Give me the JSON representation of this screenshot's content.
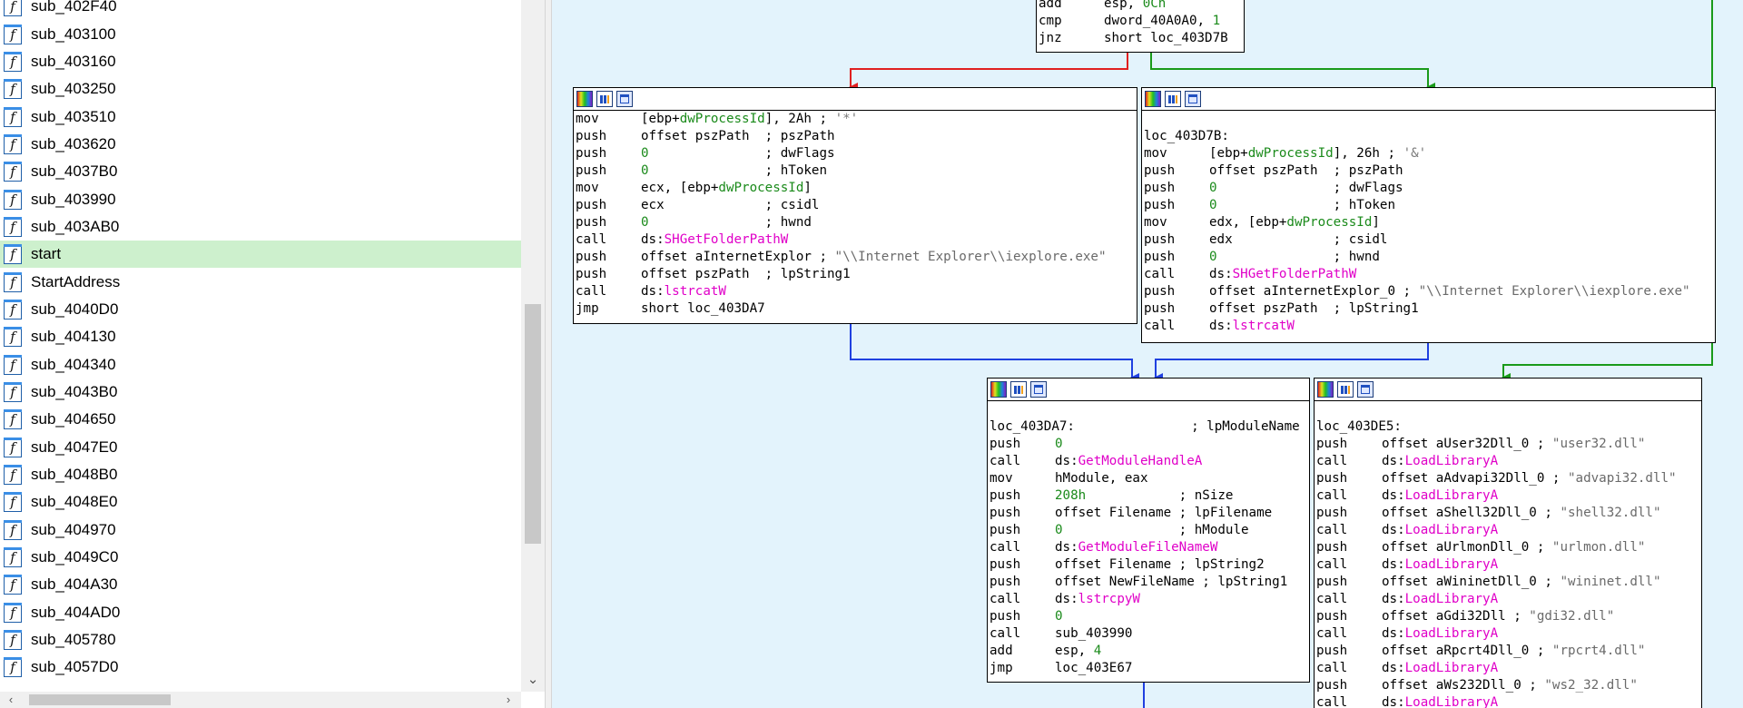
{
  "functions": [
    {
      "name": "sub_402F40",
      "selected": false
    },
    {
      "name": "sub_403100",
      "selected": false
    },
    {
      "name": "sub_403160",
      "selected": false
    },
    {
      "name": "sub_403250",
      "selected": false
    },
    {
      "name": "sub_403510",
      "selected": false
    },
    {
      "name": "sub_403620",
      "selected": false
    },
    {
      "name": "sub_4037B0",
      "selected": false
    },
    {
      "name": "sub_403990",
      "selected": false
    },
    {
      "name": "sub_403AB0",
      "selected": false
    },
    {
      "name": "start",
      "selected": true
    },
    {
      "name": "StartAddress",
      "selected": false
    },
    {
      "name": "sub_4040D0",
      "selected": false
    },
    {
      "name": "sub_404130",
      "selected": false
    },
    {
      "name": "sub_404340",
      "selected": false
    },
    {
      "name": "sub_4043B0",
      "selected": false
    },
    {
      "name": "sub_404650",
      "selected": false
    },
    {
      "name": "sub_4047E0",
      "selected": false
    },
    {
      "name": "sub_4048B0",
      "selected": false
    },
    {
      "name": "sub_4048E0",
      "selected": false
    },
    {
      "name": "sub_404970",
      "selected": false
    },
    {
      "name": "sub_4049C0",
      "selected": false
    },
    {
      "name": "sub_404A30",
      "selected": false
    },
    {
      "name": "sub_404AD0",
      "selected": false
    },
    {
      "name": "sub_405780",
      "selected": false
    },
    {
      "name": "sub_4057D0",
      "selected": false
    }
  ],
  "func_icon_glyph": "f",
  "scroll_glyphs": {
    "down": "⌄",
    "left": "‹",
    "right": "›"
  },
  "colors": {
    "edge_true": "#e02020",
    "edge_false": "#1a9a1a",
    "edge_uncond": "#2040e0",
    "graph_bg": "#e3f3fc",
    "selected_row": "#cdf0cd"
  },
  "blocks": [
    {
      "id": "b0",
      "header": false,
      "lines": [
        [
          {
            "t": "add",
            "c": "mn"
          },
          {
            "t": "esp, ",
            "c": "op"
          },
          {
            "t": "0Ch",
            "c": "num"
          }
        ],
        [
          {
            "t": "cmp",
            "c": "mn"
          },
          {
            "t": "dword_40A0A0, ",
            "c": "op"
          },
          {
            "t": "1",
            "c": "num"
          }
        ],
        [
          {
            "t": "jnz",
            "c": "mn"
          },
          {
            "t": "short loc_403D7B",
            "c": "op"
          }
        ]
      ]
    },
    {
      "id": "b1",
      "header": true,
      "lines": [
        [
          {
            "t": "mov",
            "c": "mn"
          },
          {
            "t": "[ebp+",
            "c": "op"
          },
          {
            "t": "dwProcessId",
            "c": "var"
          },
          {
            "t": "], 2Ah ; ",
            "c": "op"
          },
          {
            "t": "'*'",
            "c": "cmt"
          }
        ],
        [
          {
            "t": "push",
            "c": "mn"
          },
          {
            "t": "offset pszPath  ; pszPath",
            "c": "op"
          }
        ],
        [
          {
            "t": "push",
            "c": "mn"
          },
          {
            "t": "0",
            "c": "num"
          },
          {
            "t": "               ; dwFlags",
            "c": "op"
          }
        ],
        [
          {
            "t": "push",
            "c": "mn"
          },
          {
            "t": "0",
            "c": "num"
          },
          {
            "t": "               ; hToken",
            "c": "op"
          }
        ],
        [
          {
            "t": "mov",
            "c": "mn"
          },
          {
            "t": "ecx, [ebp+",
            "c": "op"
          },
          {
            "t": "dwProcessId",
            "c": "var"
          },
          {
            "t": "]",
            "c": "op"
          }
        ],
        [
          {
            "t": "push",
            "c": "mn"
          },
          {
            "t": "ecx             ; csidl",
            "c": "op"
          }
        ],
        [
          {
            "t": "push",
            "c": "mn"
          },
          {
            "t": "0",
            "c": "num"
          },
          {
            "t": "               ; hwnd",
            "c": "op"
          }
        ],
        [
          {
            "t": "call",
            "c": "mn"
          },
          {
            "t": "ds:",
            "c": "op"
          },
          {
            "t": "SHGetFolderPathW",
            "c": "api"
          }
        ],
        [
          {
            "t": "push",
            "c": "mn"
          },
          {
            "t": "offset aInternetExplor ; ",
            "c": "op"
          },
          {
            "t": "\"\\\\Internet Explorer\\\\iexplore.exe\"",
            "c": "str"
          }
        ],
        [
          {
            "t": "push",
            "c": "mn"
          },
          {
            "t": "offset pszPath  ; lpString1",
            "c": "op"
          }
        ],
        [
          {
            "t": "call",
            "c": "mn"
          },
          {
            "t": "ds:",
            "c": "op"
          },
          {
            "t": "lstrcatW",
            "c": "api"
          }
        ],
        [
          {
            "t": "jmp",
            "c": "mn"
          },
          {
            "t": "short loc_403DA7",
            "c": "op"
          }
        ]
      ]
    },
    {
      "id": "b2",
      "header": true,
      "lines": [
        [
          {
            "t": "",
            "c": "op"
          }
        ],
        [
          {
            "t": "loc_403D7B:",
            "c": "op"
          }
        ],
        [
          {
            "t": "mov",
            "c": "mn"
          },
          {
            "t": "[ebp+",
            "c": "op"
          },
          {
            "t": "dwProcessId",
            "c": "var"
          },
          {
            "t": "], 26h ; ",
            "c": "op"
          },
          {
            "t": "'&'",
            "c": "cmt"
          }
        ],
        [
          {
            "t": "push",
            "c": "mn"
          },
          {
            "t": "offset pszPath  ; pszPath",
            "c": "op"
          }
        ],
        [
          {
            "t": "push",
            "c": "mn"
          },
          {
            "t": "0",
            "c": "num"
          },
          {
            "t": "               ; dwFlags",
            "c": "op"
          }
        ],
        [
          {
            "t": "push",
            "c": "mn"
          },
          {
            "t": "0",
            "c": "num"
          },
          {
            "t": "               ; hToken",
            "c": "op"
          }
        ],
        [
          {
            "t": "mov",
            "c": "mn"
          },
          {
            "t": "edx, [ebp+",
            "c": "op"
          },
          {
            "t": "dwProcessId",
            "c": "var"
          },
          {
            "t": "]",
            "c": "op"
          }
        ],
        [
          {
            "t": "push",
            "c": "mn"
          },
          {
            "t": "edx             ; csidl",
            "c": "op"
          }
        ],
        [
          {
            "t": "push",
            "c": "mn"
          },
          {
            "t": "0",
            "c": "num"
          },
          {
            "t": "               ; hwnd",
            "c": "op"
          }
        ],
        [
          {
            "t": "call",
            "c": "mn"
          },
          {
            "t": "ds:",
            "c": "op"
          },
          {
            "t": "SHGetFolderPathW",
            "c": "api"
          }
        ],
        [
          {
            "t": "push",
            "c": "mn"
          },
          {
            "t": "offset aInternetExplor_0 ; ",
            "c": "op"
          },
          {
            "t": "\"\\\\Internet Explorer\\\\iexplore.exe\"",
            "c": "str"
          }
        ],
        [
          {
            "t": "push",
            "c": "mn"
          },
          {
            "t": "offset pszPath  ; lpString1",
            "c": "op"
          }
        ],
        [
          {
            "t": "call",
            "c": "mn"
          },
          {
            "t": "ds:",
            "c": "op"
          },
          {
            "t": "lstrcatW",
            "c": "api"
          }
        ]
      ]
    },
    {
      "id": "b3",
      "header": true,
      "lines": [
        [
          {
            "t": "",
            "c": "op"
          }
        ],
        [
          {
            "t": "loc_403DA7:               ; lpModuleName",
            "c": "op"
          }
        ],
        [
          {
            "t": "push",
            "c": "mn"
          },
          {
            "t": "0",
            "c": "num"
          }
        ],
        [
          {
            "t": "call",
            "c": "mn"
          },
          {
            "t": "ds:",
            "c": "op"
          },
          {
            "t": "GetModuleHandleA",
            "c": "api"
          }
        ],
        [
          {
            "t": "mov",
            "c": "mn"
          },
          {
            "t": "hModule, eax",
            "c": "op"
          }
        ],
        [
          {
            "t": "push",
            "c": "mn"
          },
          {
            "t": "208h",
            "c": "num"
          },
          {
            "t": "            ; nSize",
            "c": "op"
          }
        ],
        [
          {
            "t": "push",
            "c": "mn"
          },
          {
            "t": "offset Filename ; lpFilename",
            "c": "op"
          }
        ],
        [
          {
            "t": "push",
            "c": "mn"
          },
          {
            "t": "0",
            "c": "num"
          },
          {
            "t": "               ; hModule",
            "c": "op"
          }
        ],
        [
          {
            "t": "call",
            "c": "mn"
          },
          {
            "t": "ds:",
            "c": "op"
          },
          {
            "t": "GetModuleFileNameW",
            "c": "api"
          }
        ],
        [
          {
            "t": "push",
            "c": "mn"
          },
          {
            "t": "offset Filename ; lpString2",
            "c": "op"
          }
        ],
        [
          {
            "t": "push",
            "c": "mn"
          },
          {
            "t": "offset NewFileName ; lpString1",
            "c": "op"
          }
        ],
        [
          {
            "t": "call",
            "c": "mn"
          },
          {
            "t": "ds:",
            "c": "op"
          },
          {
            "t": "lstrcpyW",
            "c": "api"
          }
        ],
        [
          {
            "t": "push",
            "c": "mn"
          },
          {
            "t": "0",
            "c": "num"
          }
        ],
        [
          {
            "t": "call",
            "c": "mn"
          },
          {
            "t": "sub_403990",
            "c": "op"
          }
        ],
        [
          {
            "t": "add",
            "c": "mn"
          },
          {
            "t": "esp, ",
            "c": "op"
          },
          {
            "t": "4",
            "c": "num"
          }
        ],
        [
          {
            "t": "jmp",
            "c": "mn"
          },
          {
            "t": "loc_403E67",
            "c": "op"
          }
        ]
      ]
    },
    {
      "id": "b4",
      "header": true,
      "lines": [
        [
          {
            "t": "",
            "c": "op"
          }
        ],
        [
          {
            "t": "loc_403DE5:",
            "c": "op"
          }
        ],
        [
          {
            "t": "push",
            "c": "mn"
          },
          {
            "t": "offset aUser32Dll_0 ; ",
            "c": "op"
          },
          {
            "t": "\"user32.dll\"",
            "c": "str"
          }
        ],
        [
          {
            "t": "call",
            "c": "mn"
          },
          {
            "t": "ds:",
            "c": "op"
          },
          {
            "t": "LoadLibraryA",
            "c": "api"
          }
        ],
        [
          {
            "t": "push",
            "c": "mn"
          },
          {
            "t": "offset aAdvapi32Dll_0 ; ",
            "c": "op"
          },
          {
            "t": "\"advapi32.dll\"",
            "c": "str"
          }
        ],
        [
          {
            "t": "call",
            "c": "mn"
          },
          {
            "t": "ds:",
            "c": "op"
          },
          {
            "t": "LoadLibraryA",
            "c": "api"
          }
        ],
        [
          {
            "t": "push",
            "c": "mn"
          },
          {
            "t": "offset aShell32Dll_0 ; ",
            "c": "op"
          },
          {
            "t": "\"shell32.dll\"",
            "c": "str"
          }
        ],
        [
          {
            "t": "call",
            "c": "mn"
          },
          {
            "t": "ds:",
            "c": "op"
          },
          {
            "t": "LoadLibraryA",
            "c": "api"
          }
        ],
        [
          {
            "t": "push",
            "c": "mn"
          },
          {
            "t": "offset aUrlmonDll_0 ; ",
            "c": "op"
          },
          {
            "t": "\"urlmon.dll\"",
            "c": "str"
          }
        ],
        [
          {
            "t": "call",
            "c": "mn"
          },
          {
            "t": "ds:",
            "c": "op"
          },
          {
            "t": "LoadLibraryA",
            "c": "api"
          }
        ],
        [
          {
            "t": "push",
            "c": "mn"
          },
          {
            "t": "offset aWininetDll_0 ; ",
            "c": "op"
          },
          {
            "t": "\"wininet.dll\"",
            "c": "str"
          }
        ],
        [
          {
            "t": "call",
            "c": "mn"
          },
          {
            "t": "ds:",
            "c": "op"
          },
          {
            "t": "LoadLibraryA",
            "c": "api"
          }
        ],
        [
          {
            "t": "push",
            "c": "mn"
          },
          {
            "t": "offset aGdi32Dll ; ",
            "c": "op"
          },
          {
            "t": "\"gdi32.dll\"",
            "c": "str"
          }
        ],
        [
          {
            "t": "call",
            "c": "mn"
          },
          {
            "t": "ds:",
            "c": "op"
          },
          {
            "t": "LoadLibraryA",
            "c": "api"
          }
        ],
        [
          {
            "t": "push",
            "c": "mn"
          },
          {
            "t": "offset aRpcrt4Dll_0 ; ",
            "c": "op"
          },
          {
            "t": "\"rpcrt4.dll\"",
            "c": "str"
          }
        ],
        [
          {
            "t": "call",
            "c": "mn"
          },
          {
            "t": "ds:",
            "c": "op"
          },
          {
            "t": "LoadLibraryA",
            "c": "api"
          }
        ],
        [
          {
            "t": "push",
            "c": "mn"
          },
          {
            "t": "offset aWs232Dll_0 ; ",
            "c": "op"
          },
          {
            "t": "\"ws2_32.dll\"",
            "c": "str"
          }
        ],
        [
          {
            "t": "call",
            "c": "mn"
          },
          {
            "t": "ds:",
            "c": "op"
          },
          {
            "t": "LoadLibraryA",
            "c": "api"
          }
        ]
      ]
    }
  ]
}
